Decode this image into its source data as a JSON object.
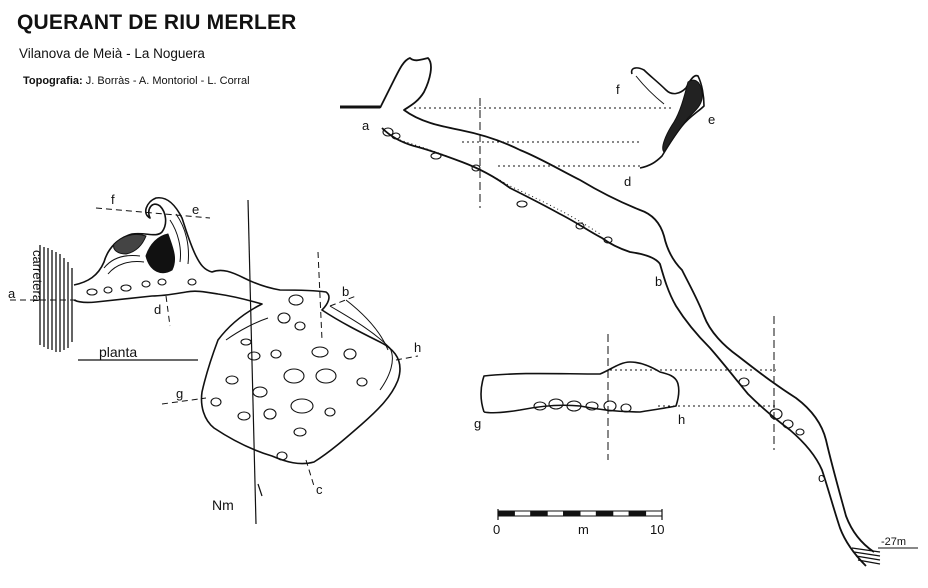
{
  "header": {
    "title": "QUERANT DE RIU MERLER",
    "location": "Vilanova de Meià - La Noguera",
    "credits_label": "Topografia:",
    "credits_authors": "J. Borràs - A. Montoriol - L. Corral"
  },
  "plan": {
    "label": "planta",
    "road_label": "carretera",
    "north_label": "Nm",
    "section_marks": {
      "a": "a",
      "b": "b",
      "c": "c",
      "d": "d",
      "e": "e",
      "f": "f",
      "g": "g",
      "h": "h"
    }
  },
  "elevation": {
    "section_marks": {
      "a": "a",
      "b": "b",
      "c": "c",
      "d": "d"
    },
    "depth_label": "-27m"
  },
  "cross_sections": {
    "ef": {
      "e": "e",
      "f": "f",
      "d": "d"
    },
    "gh": {
      "g": "g",
      "h": "h"
    }
  },
  "scale_bar": {
    "start": "0",
    "unit": "m",
    "end": "10",
    "length_m": 10,
    "segments": 10
  }
}
